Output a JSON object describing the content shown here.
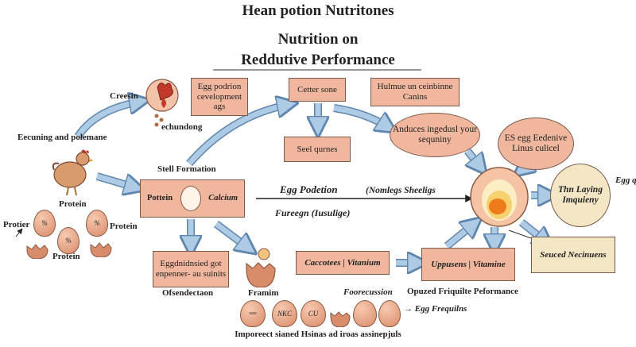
{
  "titles": {
    "top": "Hean potion Nutritones",
    "main_line1": "Nutrition on",
    "main_line2": "Reddutive Performance"
  },
  "left": {
    "creesin": "Creesin",
    "eecuning": "Eecuning and  polemane",
    "egg_box": "Egg podrion cevelopment ags",
    "echundong": "echundong",
    "protein_hen": "Protein",
    "protier": "Protier",
    "protein_a": "Protein",
    "protein_b": "Protein",
    "egg_label_1": "%",
    "egg_label_2": "%",
    "egg_label_3": "%"
  },
  "center": {
    "cetter_sone": "Cetter sone",
    "seel_qurnes": "Seel qurnes",
    "stell_formation": "Stell Formation",
    "pottein": "Pottein",
    "calcium": "Calcium",
    "egg_podetion": "Egg Podetion",
    "nomlegs": "(Nomlegs Sheeligs",
    "fureegn": "Fureegn (Iusulige)",
    "eggdnidnsied": "Eggdnidnsied got enpenner- au suinits",
    "ofsendection": "Ofsendectaon",
    "framim": "Framim",
    "caccotees": "Caccotees | Vitanium",
    "foorecussion": "Foorecussion",
    "uppusens": "Uppusens | Vitamine",
    "opuzed": "Opuzed Friquilte Peformance",
    "egg_frequilns": "→ Egg Frequilns",
    "improvement": "Imporeect sianed  Hsinas ad iroas assinepjuls",
    "bottom_egg_1": "NKC",
    "bottom_egg_2": "CU",
    "bottom_egg_small": "ooo"
  },
  "right": {
    "hulmue": "Hulmue un ceinbinne Canins",
    "anduces": "Anduces ingedusl your sequniny",
    "es_egg": "ES egg Eedenive Linus culicel",
    "thn_laying": "Thn Laying Imquieny",
    "egg_quality": "Egg qualit",
    "seuced": "Seuced Necinuens"
  },
  "colors": {
    "box_fill": "#f0b79e",
    "arrow_fill": "#aecbe6",
    "arrow_stroke": "#5f86ad",
    "egg_fill": "#d98c6a",
    "beige": "#f3e6c4"
  }
}
